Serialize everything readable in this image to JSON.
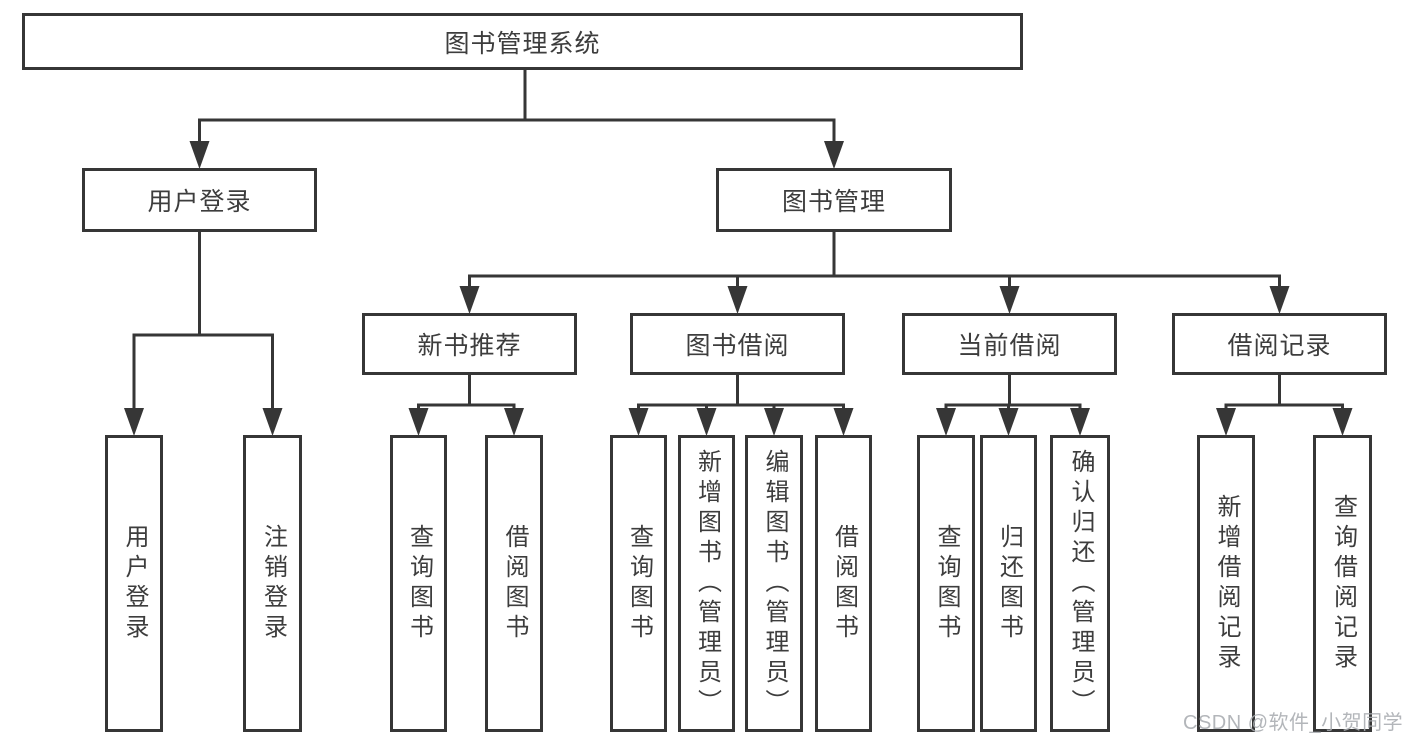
{
  "tree": {
    "root": {
      "label": "图书管理系统",
      "children": [
        {
          "label": "用户登录",
          "children": [
            {
              "label": "用户登录"
            },
            {
              "label": "注销登录"
            }
          ]
        },
        {
          "label": "图书管理",
          "children": [
            {
              "label": "新书推荐",
              "children": [
                {
                  "label": "查询图书"
                },
                {
                  "label": "借阅图书"
                }
              ]
            },
            {
              "label": "图书借阅",
              "children": [
                {
                  "label": "查询图书"
                },
                {
                  "label": "新增图书（管理员）"
                },
                {
                  "label": "编辑图书（管理员）"
                },
                {
                  "label": "借阅图书"
                }
              ]
            },
            {
              "label": "当前借阅",
              "children": [
                {
                  "label": "查询图书"
                },
                {
                  "label": "归还图书"
                },
                {
                  "label": "确认归还（管理员）"
                }
              ]
            },
            {
              "label": "借阅记录",
              "children": [
                {
                  "label": "新增借阅记录"
                },
                {
                  "label": "查询借阅记录"
                }
              ]
            }
          ]
        }
      ]
    }
  },
  "watermark": {
    "text": "CSDN @软件_小贺同学"
  },
  "colors": {
    "line": "#363636",
    "text": "#3d3d3d",
    "watermark": "#a8acb0",
    "background": "#ffffff"
  }
}
